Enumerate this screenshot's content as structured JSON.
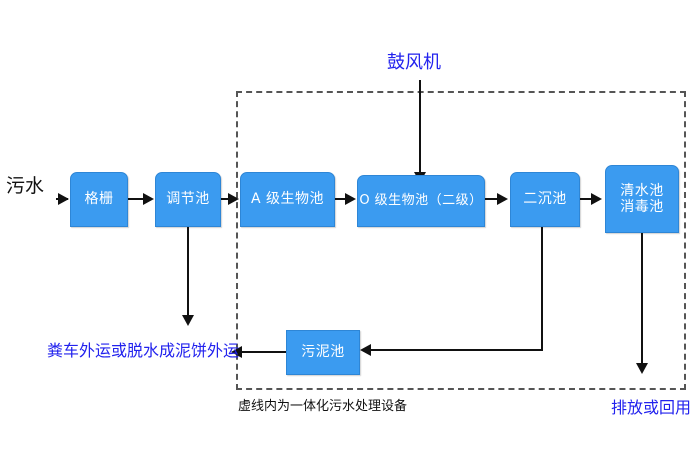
{
  "diagram": {
    "title_label": "鼓风机",
    "inlet_label": "污水",
    "caption": "虚线内为一体化污水处理设备",
    "sludge_outlet_label": "粪车外运或脱水成泥饼外运",
    "effluent_outlet_label": "排放或回用",
    "colors": {
      "box_fill": "#3B9BF0",
      "box_border": "#2E86D6",
      "box_text": "#ffffff",
      "line": "#111111",
      "dashed_border": "#555555",
      "blue_text": "#2222EE",
      "black_text": "#111111",
      "background": "#ffffff"
    },
    "boxes": [
      {
        "id": "grille",
        "label": "格栅",
        "line1": "格栅",
        "line2": ""
      },
      {
        "id": "equalization",
        "label": "调节池",
        "line1": "调节池",
        "line2": ""
      },
      {
        "id": "a-stage",
        "label": "A 级生物池",
        "line1": "A 级生物池",
        "line2": ""
      },
      {
        "id": "o-stage",
        "label": "O 级生物池（二级）",
        "line1": "O 级生物池（二级）",
        "line2": ""
      },
      {
        "id": "clarifier",
        "label": "二沉池",
        "line1": "二沉池",
        "line2": ""
      },
      {
        "id": "clearwater",
        "label": "清水池 消毒池",
        "line1": "清水池",
        "line2": "消毒池"
      },
      {
        "id": "sludge",
        "label": "污泥池",
        "line1": "污泥池",
        "line2": ""
      }
    ]
  }
}
